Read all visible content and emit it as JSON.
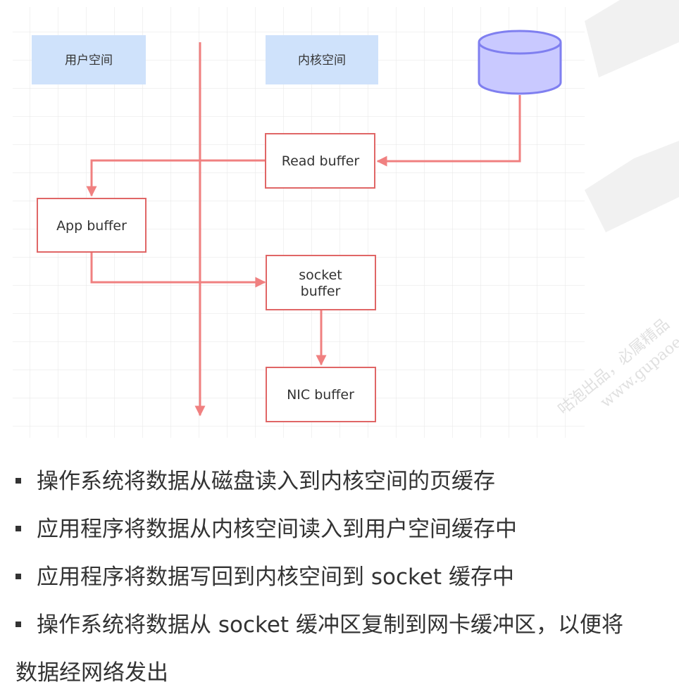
{
  "diagram": {
    "user_space_label": "用户空间",
    "kernel_space_label": "内核空间",
    "read_buffer_label": "Read buffer",
    "app_buffer_label": "App buffer",
    "socket_buffer_line1": "socket",
    "socket_buffer_line2": "buffer",
    "nic_buffer_label": "NIC buffer",
    "colors": {
      "region_fill": "#cfe2fb",
      "arrow": "#f08080",
      "box_border": "#e06666",
      "disk_fill": "#c9c9ff",
      "disk_stroke": "#7f7ff0",
      "grid": "#e8e8e8"
    },
    "icons": [
      "disk-icon"
    ]
  },
  "bullets": [
    {
      "text": "操作系统将数据从磁盘读入到内核空间的页缓存"
    },
    {
      "text": "应用程序将数据从内核空间读入到用户空间缓存中"
    },
    {
      "text": "应用程序将数据写回到内核空间到 socket 缓存中"
    },
    {
      "text": "操作系统将数据从 socket 缓冲区复制到网卡缓冲区，以便将"
    }
  ],
  "bullet_continuation": "数据经网络发出",
  "watermark": {
    "line1": "咕泡出品，必属精品",
    "line2": "www.gupaoedu.com"
  }
}
